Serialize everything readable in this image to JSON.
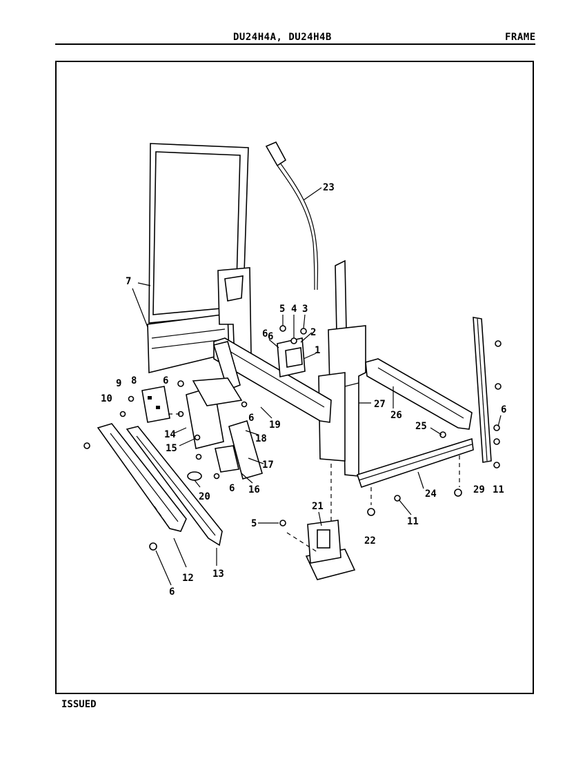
{
  "header": {
    "model": "DU24H4A, DU24H4B",
    "section": "FRAME"
  },
  "footer": {
    "issued": "ISSUED"
  },
  "callouts": [
    "1",
    "2",
    "3",
    "4",
    "5",
    "5",
    "6",
    "6",
    "6",
    "6",
    "6",
    "6",
    "6",
    "7",
    "8",
    "9",
    "10",
    "11",
    "11",
    "12",
    "13",
    "14",
    "15",
    "16",
    "17",
    "18",
    "19",
    "20",
    "21",
    "22",
    "23",
    "24",
    "25",
    "26",
    "27",
    "29"
  ]
}
